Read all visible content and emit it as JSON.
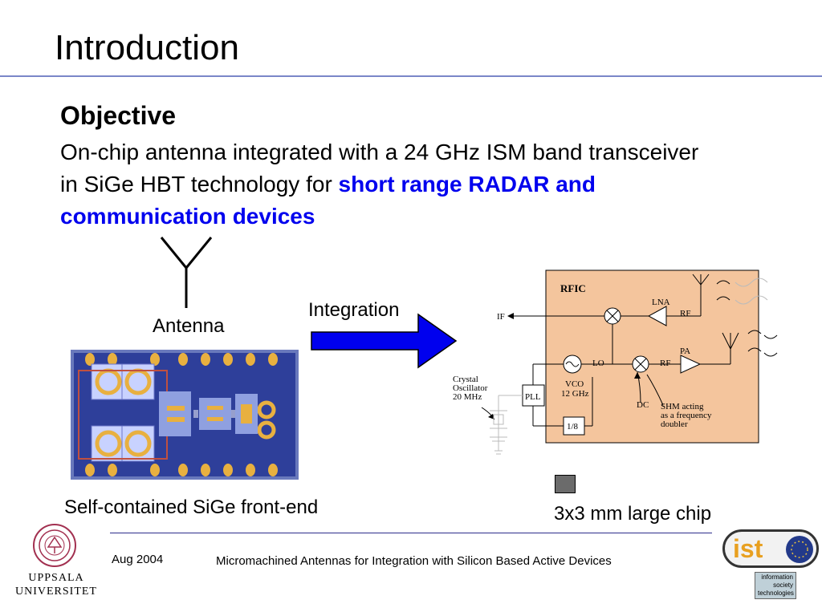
{
  "slide": {
    "title": "Introduction",
    "objective_heading": "Objective",
    "objective_text": "On-chip antenna integrated with a 24 GHz ISM band transceiver in SiGe HBT technology for ",
    "objective_highlight": "short range RADAR and communication devices"
  },
  "diagram": {
    "antenna_label": "Antenna",
    "integration_label": "Integration",
    "frontend_caption": "Self-contained SiGe front-end",
    "chip_caption": "3x3 mm large chip",
    "rfic": {
      "title": "RFIC",
      "lna": "LNA",
      "rf_top": "RF",
      "if": "IF",
      "pa": "PA",
      "lo": "LO",
      "rf_mid": "RF",
      "vco": "VCO",
      "vco_freq": "12 GHz",
      "pll": "PLL",
      "divider": "1/8",
      "dc": "DC",
      "shm_line1": "SHM acting",
      "shm_line2": "as a frequency",
      "shm_line3": "doubler",
      "osc_line1": "Crystal",
      "osc_line2": "Oscillator",
      "osc_line3": "20 MHz"
    },
    "colors": {
      "arrow_fill": "#0000ee",
      "rfic_fill": "#f4c59d",
      "chip_bg": "#2e3f9a",
      "chip_pad": "#e8b040",
      "chip_square": "#6b6b6b"
    }
  },
  "footer": {
    "date": "Aug 2004",
    "title": "Micromachined Antennas for Integration with Silicon Based Active Devices",
    "university_line1": "UPPSALA",
    "university_line2": "UNIVERSITET",
    "ist_logo_text": "ist",
    "ist_line1": "information",
    "ist_line2": "society",
    "ist_line3": "technologies"
  }
}
